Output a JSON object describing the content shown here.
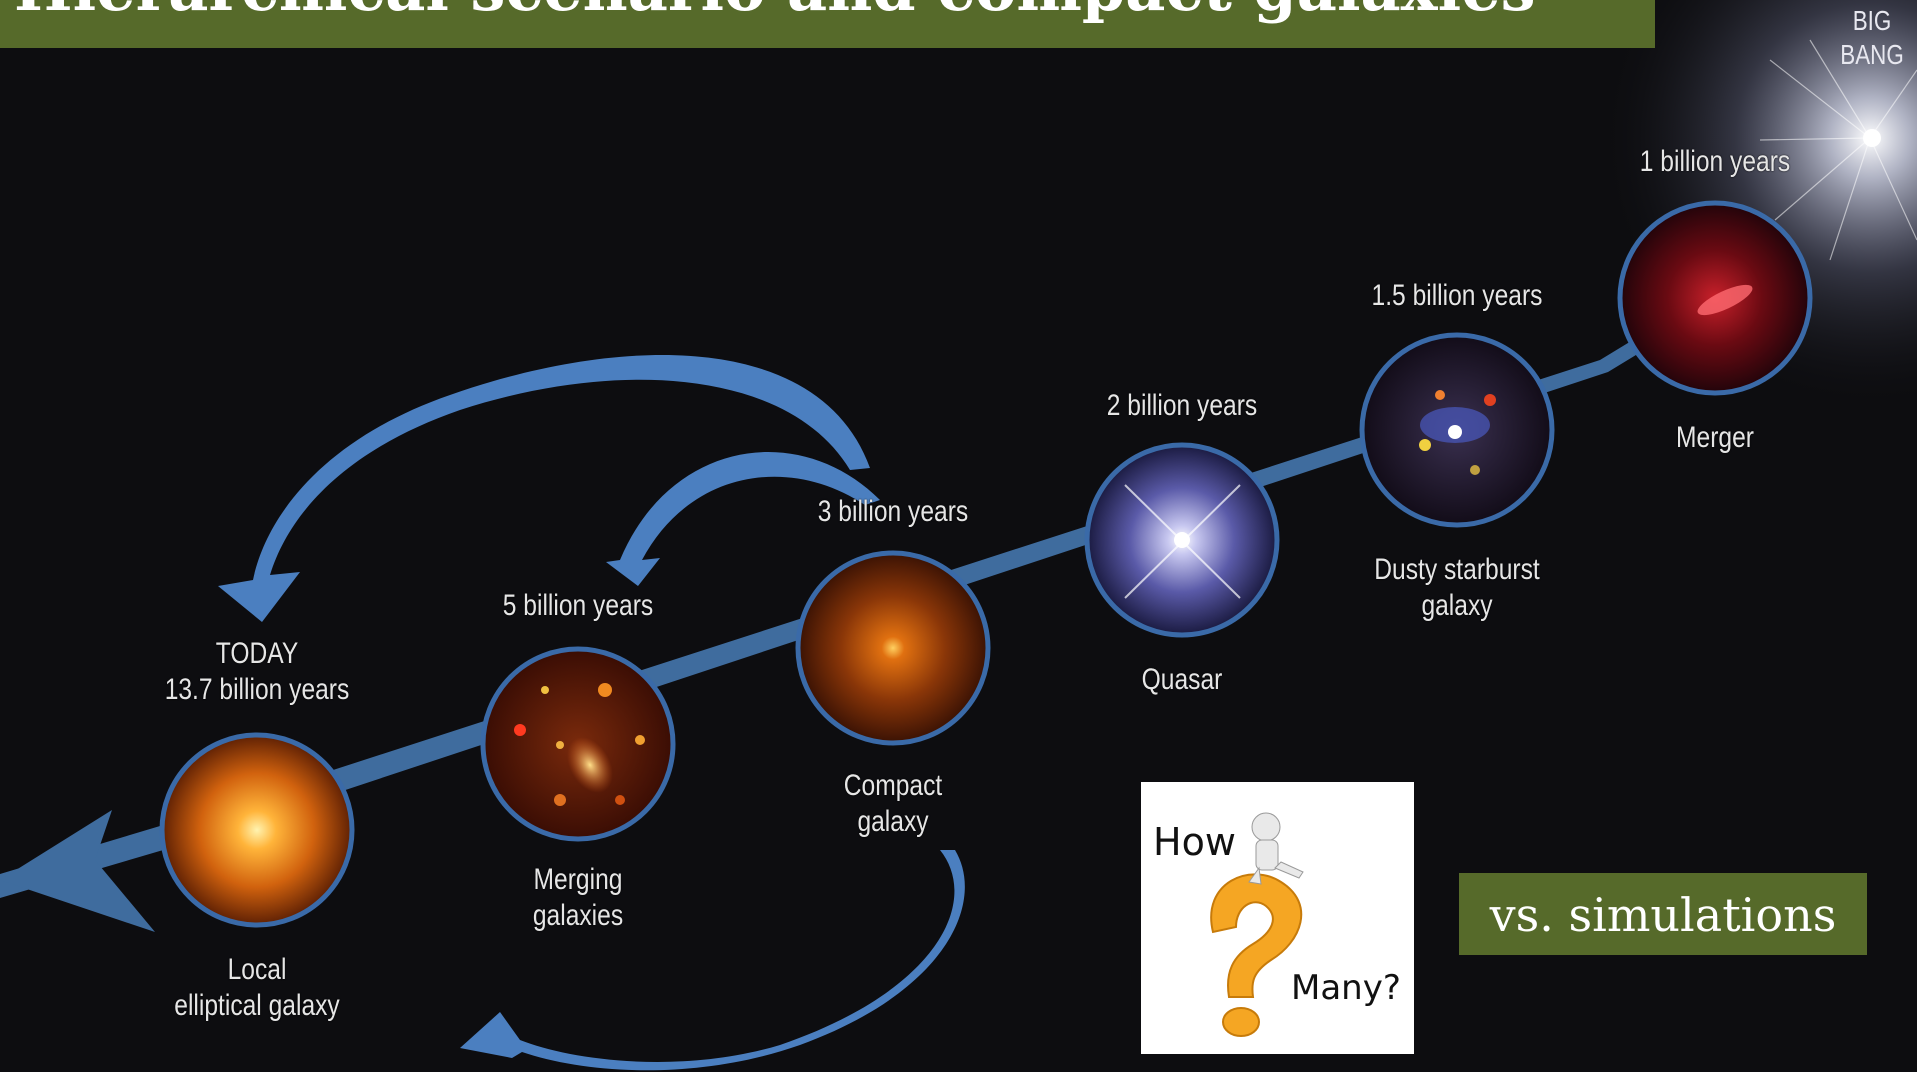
{
  "slide": {
    "title": "Hierarchical scenario and compact galaxies",
    "bigbang": [
      "BIG",
      "BANG"
    ],
    "badge_text": "vs. simulations",
    "howmany": {
      "how": "How",
      "many": "Many?"
    }
  },
  "stages": [
    {
      "id": "merger",
      "time": "1 billion years",
      "name": [
        "Merger"
      ]
    },
    {
      "id": "dusty",
      "time": "1.5 billion years",
      "name": [
        "Dusty starburst",
        "galaxy"
      ]
    },
    {
      "id": "quasar",
      "time": "2 billion years",
      "name": [
        "Quasar"
      ]
    },
    {
      "id": "compact",
      "time": "3 billion years",
      "name": [
        "Compact",
        "galaxy"
      ]
    },
    {
      "id": "merging",
      "time": "5 billion years",
      "name": [
        "Merging",
        "galaxies"
      ]
    },
    {
      "id": "today",
      "time": [
        "TODAY",
        "13.7 billion years"
      ],
      "name": [
        "Local",
        "elliptical galaxy"
      ]
    }
  ],
  "colors": {
    "title_bg": "#566a2a",
    "timeline": "#3f6c9e",
    "arrow": "#4b7fc0",
    "ring": "#3a6aa8",
    "background": "#0d0d10"
  }
}
